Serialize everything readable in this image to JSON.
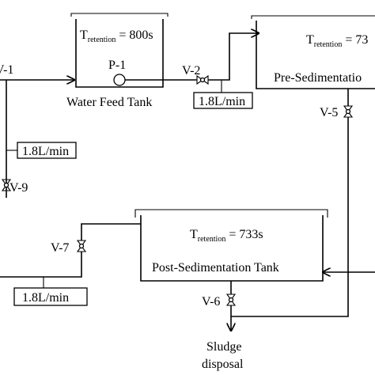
{
  "diagram": {
    "water_feed_tank": {
      "name": "Water Feed Tank",
      "retention_symbol": "T",
      "retention_subscript": "retention",
      "retention_value": "= 800s"
    },
    "pump": {
      "label": "P-1"
    },
    "pre_sedimentation_tank": {
      "name": "Pre-Sedimentatio",
      "retention_symbol": "T",
      "retention_subscript": "retention",
      "retention_value": "= 73"
    },
    "post_sedimentation_tank": {
      "name": "Post-Sedimentation Tank",
      "retention_symbol": "T",
      "retention_subscript": "retention",
      "retention_value": "= 733s"
    },
    "valves": {
      "v1": "V-1",
      "v2": "V-2",
      "v5": "V-5",
      "v6": "V-6",
      "v7": "V-7",
      "v9": "V-9"
    },
    "flow_rates": {
      "after_v2": "1.8L/min",
      "branch_v9": "1.8L/min",
      "branch_v7": "1.8L/min"
    },
    "sludge": {
      "line1": "Sludge",
      "line2": "disposal"
    }
  }
}
